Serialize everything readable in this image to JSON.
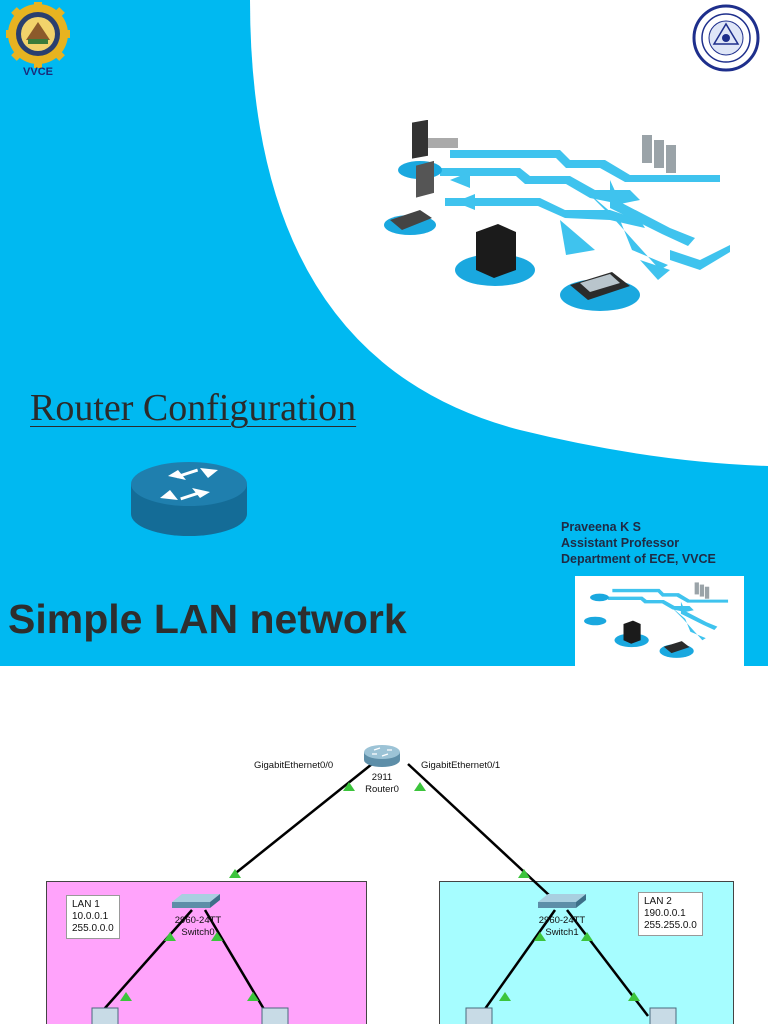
{
  "slide1": {
    "logo_left_text": "VVCE",
    "title": "Router Configuration",
    "author": {
      "name": "Praveena K S",
      "role": "Assistant Professor",
      "department": "Department of ECE, VVCE"
    },
    "heading": "Simple LAN network"
  },
  "topology": {
    "router": {
      "model": "2911",
      "name": "Router0"
    },
    "interfaces": [
      "GigabitEthernet0/0",
      "GigabitEthernet0/1"
    ],
    "switches": [
      {
        "model": "2960-24TT",
        "name": "Switch0"
      },
      {
        "model": "2960-24TT",
        "name": "Switch1"
      }
    ],
    "lans": [
      {
        "name": "LAN 1",
        "ip": "10.0.0.1",
        "mask": "255.0.0.0",
        "color": "#ffa3fb"
      },
      {
        "name": "LAN 2",
        "ip": "190.0.0.1",
        "mask": "255.255.0.0",
        "color": "#a6fdff"
      }
    ],
    "link_color": "#000000",
    "port_up_color": "#3cc43c"
  }
}
